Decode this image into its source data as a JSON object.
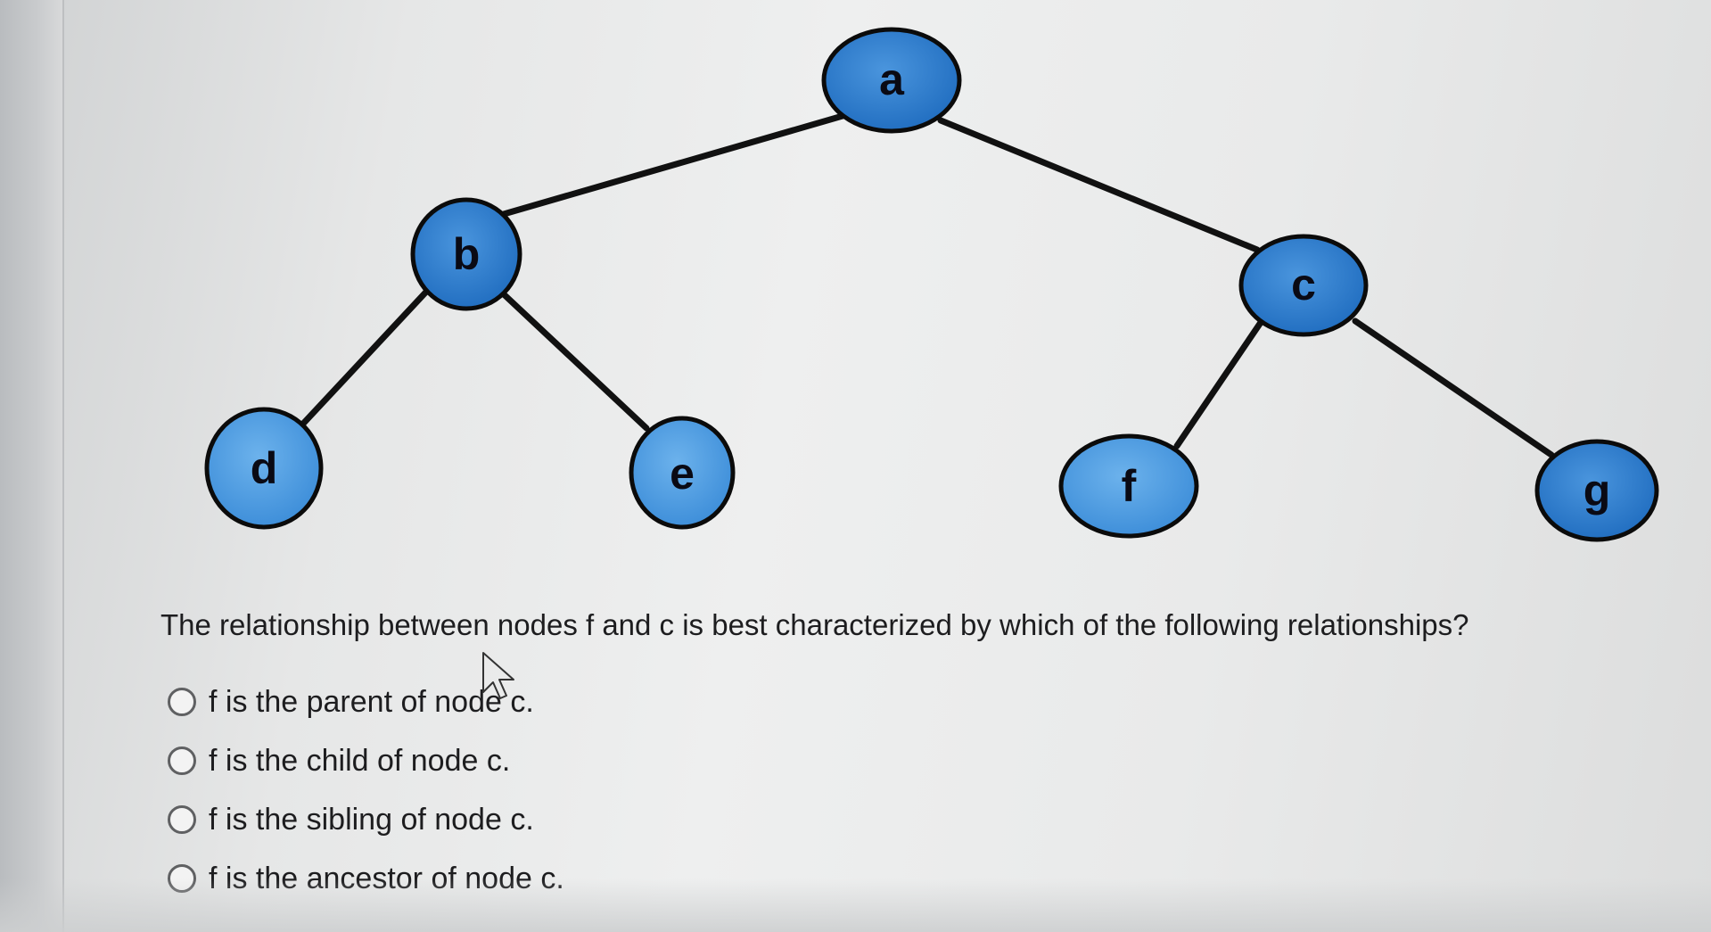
{
  "tree": {
    "nodes": [
      {
        "id": "a",
        "label": "a"
      },
      {
        "id": "b",
        "label": "b"
      },
      {
        "id": "c",
        "label": "c"
      },
      {
        "id": "d",
        "label": "d"
      },
      {
        "id": "e",
        "label": "e"
      },
      {
        "id": "f",
        "label": "f"
      },
      {
        "id": "g",
        "label": "g"
      }
    ],
    "edges": [
      [
        "a",
        "b"
      ],
      [
        "a",
        "c"
      ],
      [
        "b",
        "d"
      ],
      [
        "b",
        "e"
      ],
      [
        "c",
        "f"
      ],
      [
        "c",
        "g"
      ]
    ],
    "node_fill": "#2e7fcf",
    "leaf_fill": "#4b9be0",
    "edge_color": "#111111"
  },
  "question": {
    "text": "The relationship between nodes f and c is best characterized by which of the following relationships?",
    "options": [
      {
        "label": "f is the parent of node c."
      },
      {
        "label": "f is the child of node c."
      },
      {
        "label": "f is the sibling of node c."
      },
      {
        "label": "f is the ancestor of node c."
      }
    ]
  }
}
